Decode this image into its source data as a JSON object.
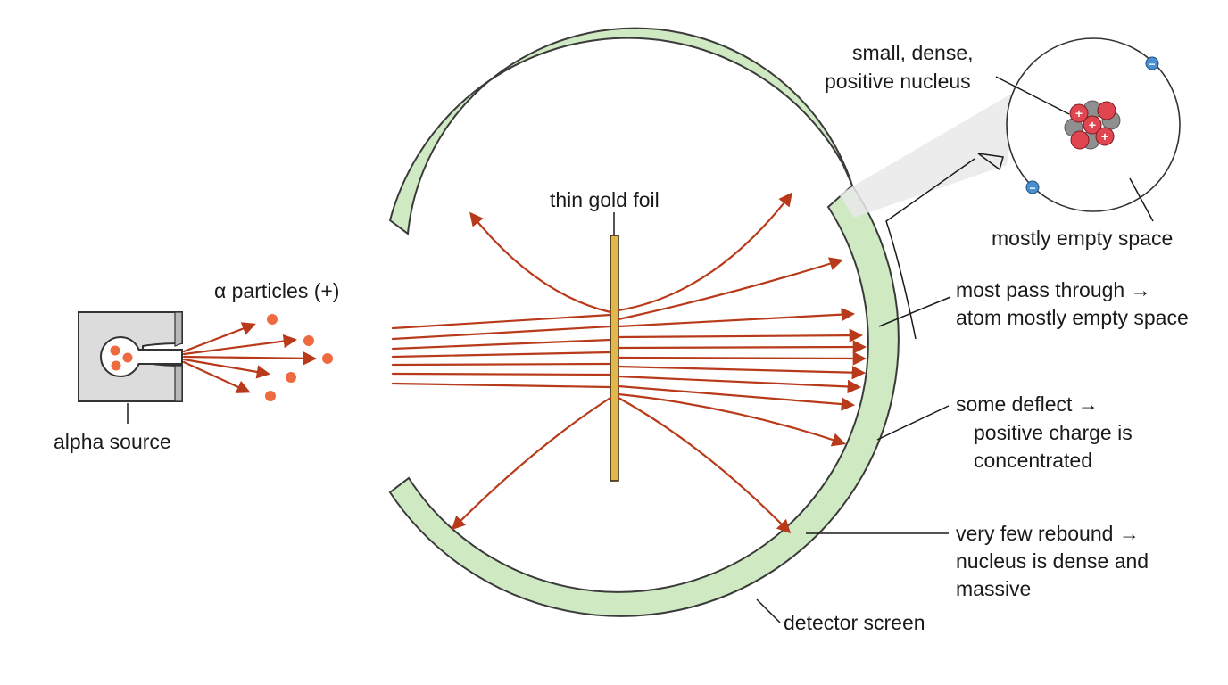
{
  "labels": {
    "alpha_particles": "α particles (+)",
    "alpha_source": "alpha source",
    "gold_foil": "thin gold foil",
    "detector_screen": "detector screen",
    "nucleus_line1": "small, dense,",
    "nucleus_line2": "positive nucleus",
    "empty_space": "mostly empty space",
    "pass_line1": "most pass through →",
    "pass_line2": "atom mostly empty space",
    "deflect_line1": "some deflect →",
    "deflect_line2": "positive charge is",
    "deflect_line3": "concentrated",
    "rebound_line1": "very few rebound →",
    "rebound_line2": "nucleus is dense and",
    "rebound_line3": "massive"
  },
  "icons": {
    "electron_symbol": "−",
    "proton_symbol": "+"
  },
  "colors": {
    "alpha_ray": "#b83a1a",
    "alpha_particle": "#ee6a40",
    "detector_fill": "#cfe9c3",
    "detector_stroke": "#3a3a3a",
    "gold_foil": "#e2b74c",
    "proton": "#e04650",
    "neutron": "#8f8f8f",
    "electron": "#4a8fd0",
    "source_box": "#dcdcdc"
  }
}
